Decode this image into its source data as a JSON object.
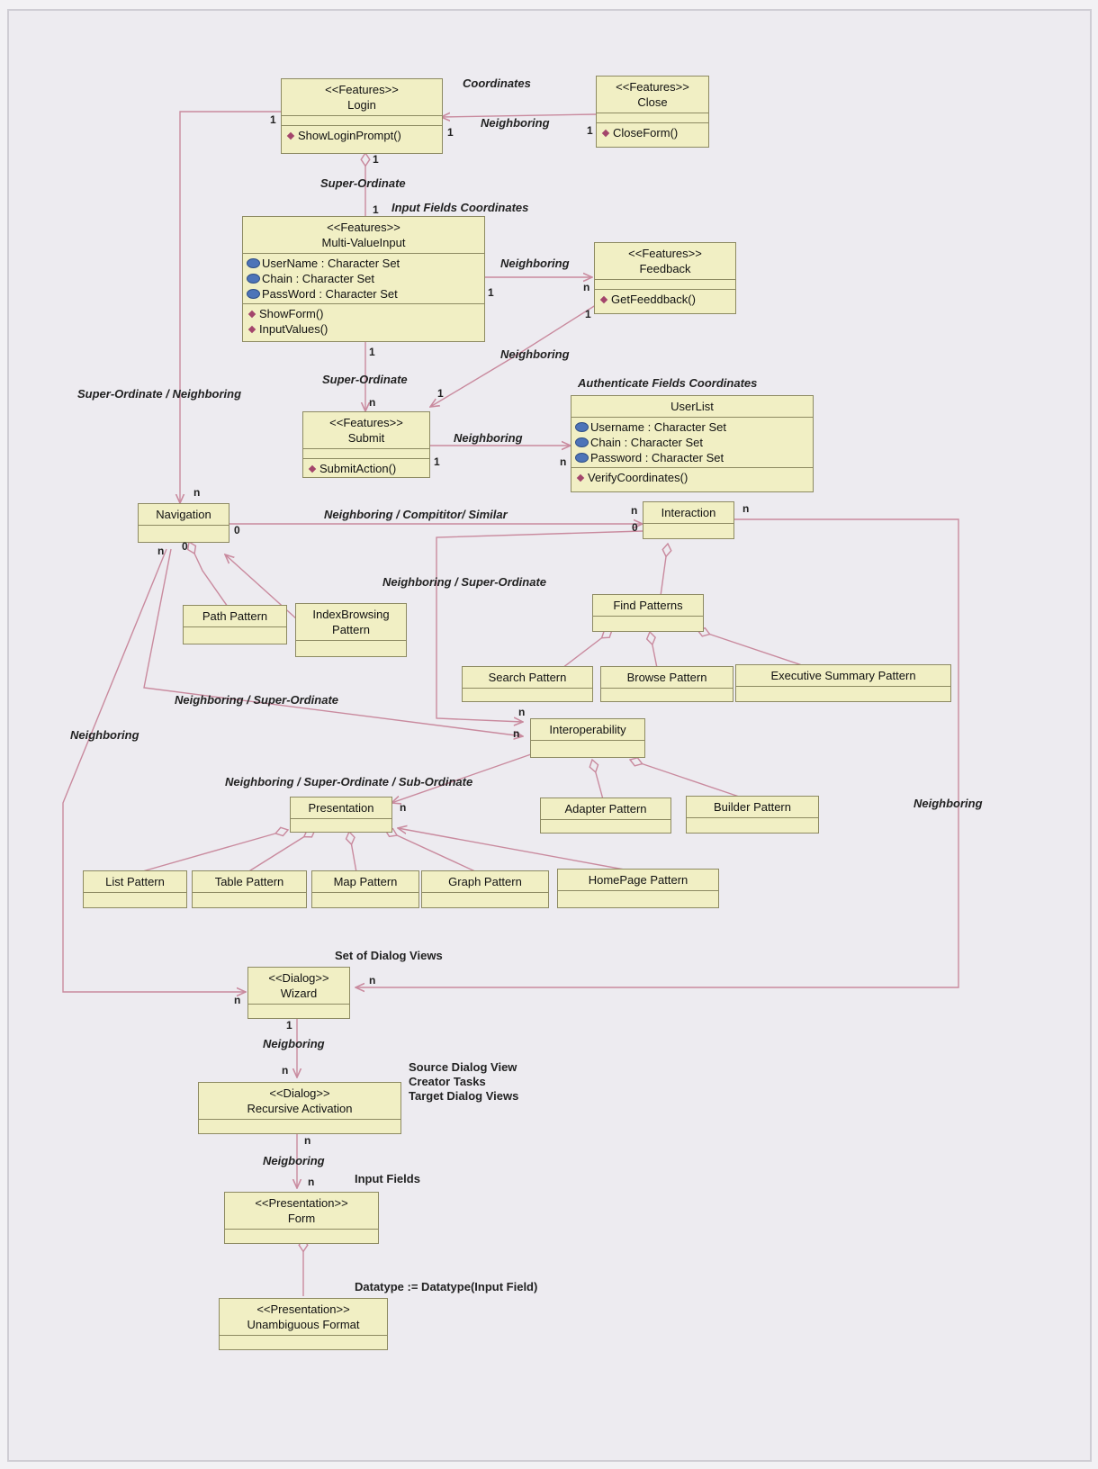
{
  "classes": {
    "login": {
      "stereotype": "<<Features>>",
      "name": "Login",
      "ops": [
        "ShowLoginPrompt()"
      ]
    },
    "close": {
      "stereotype": "<<Features>>",
      "name": "Close",
      "ops": [
        "CloseForm()"
      ]
    },
    "multivalue": {
      "stereotype": "<<Features>>",
      "name": "Multi-ValueInput",
      "attrs": [
        "UserName : Character Set",
        "Chain : Character Set",
        "PassWord : Character Set"
      ],
      "ops": [
        "ShowForm()",
        "InputValues()"
      ]
    },
    "feedback": {
      "stereotype": "<<Features>>",
      "name": "Feedback",
      "ops": [
        "GetFeeddback()"
      ]
    },
    "submit": {
      "stereotype": "<<Features>>",
      "name": "Submit",
      "ops": [
        "SubmitAction()"
      ]
    },
    "userlist": {
      "name": "UserList",
      "attrs": [
        "Username : Character Set",
        "Chain : Character Set",
        "Password : Character Set"
      ],
      "ops": [
        "VerifyCoordinates()"
      ]
    },
    "navigation": {
      "name": "Navigation"
    },
    "interaction": {
      "name": "Interaction"
    },
    "path_pattern": {
      "name": "Path Pattern"
    },
    "indexbrowsing": {
      "name": "IndexBrowsing Pattern"
    },
    "find_patterns": {
      "name": "Find Patterns"
    },
    "search_pattern": {
      "name": "Search Pattern"
    },
    "browse_pattern": {
      "name": "Browse Pattern"
    },
    "executive_summary": {
      "name": "Executive Summary Pattern"
    },
    "interoperability": {
      "name": "Interoperability"
    },
    "adapter_pattern": {
      "name": "Adapter Pattern"
    },
    "builder_pattern": {
      "name": "Builder Pattern"
    },
    "presentation": {
      "name": "Presentation"
    },
    "list_pattern": {
      "name": "List Pattern"
    },
    "table_pattern": {
      "name": "Table Pattern"
    },
    "map_pattern": {
      "name": "Map Pattern"
    },
    "graph_pattern": {
      "name": "Graph Pattern"
    },
    "homepage_pattern": {
      "name": "HomePage Pattern"
    },
    "wizard": {
      "stereotype": "<<Dialog>>",
      "name": "Wizard"
    },
    "recursive": {
      "stereotype": "<<Dialog>>",
      "name": "Recursive Activation"
    },
    "form": {
      "stereotype": "<<Presentation>>",
      "name": "Form"
    },
    "unambiguous": {
      "stereotype": "<<Presentation>>",
      "name": "Unambiguous Format"
    }
  },
  "labels": {
    "coordinates": "Coordinates",
    "neighboring": "Neighboring",
    "super_ordinate": "Super-Ordinate",
    "input_fields_coordinates": "Input Fields Coordinates",
    "super_ordinate_neighboring": "Super-Ordinate / Neighboring",
    "authenticate_fields_coordinates": "Authenticate Fields Coordinates",
    "neighboring_competitor_similar": "Neighboring / Compititor/ Similar",
    "neighboring_super_ordinate": "Neighboring / Super-Ordinate",
    "neighboring_super_sub": "Neighboring / Super-Ordinate / Sub-Ordinate",
    "neigboring": "Neigboring",
    "set_of_dialog_views": "Set of Dialog Views",
    "source_dialog_view": "Source Dialog View",
    "creator_tasks": "Creator Tasks",
    "target_dialog_views": "Target Dialog Views",
    "input_fields": "Input Fields",
    "datatype_rule": "Datatype := Datatype(Input Field)"
  },
  "multiplicities": {
    "one": "1",
    "many": "n",
    "zero": "0"
  }
}
